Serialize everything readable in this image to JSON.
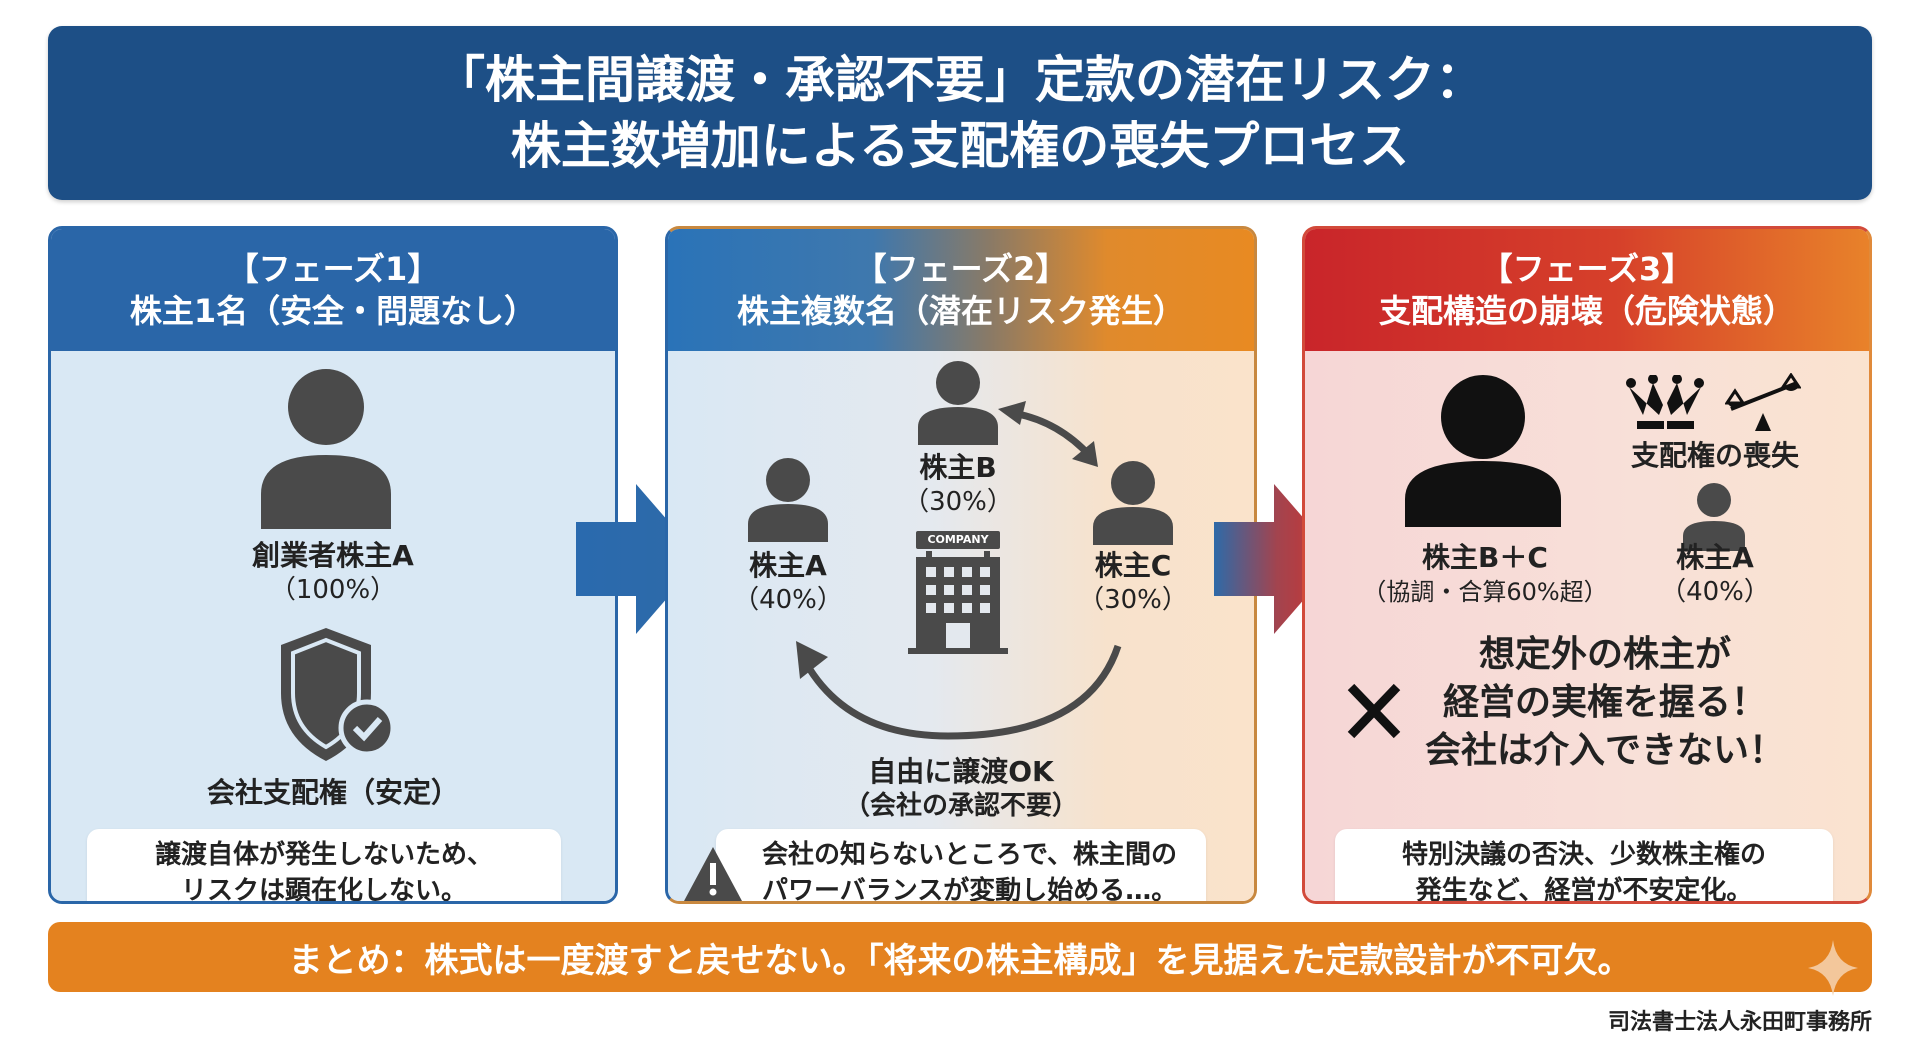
{
  "title": {
    "line1": "「株主間譲渡・承認不要」定款の潜在リスク：",
    "line2": "株主数増加による支配権の喪失プロセス"
  },
  "phases": [
    {
      "tag": "【フェーズ1】",
      "heading": "株主1名（安全・問題なし）",
      "shareholder": {
        "name": "創業者株主A",
        "share": "（100%）"
      },
      "icon": "shield-check-icon",
      "status_label": "会社支配権（安定）",
      "note": [
        "譲渡自体が発生しないため、",
        "リスクは顕在化しない。"
      ]
    },
    {
      "tag": "【フェーズ2】",
      "heading": "株主複数名（潜在リスク発生）",
      "shareholders": [
        {
          "name": "株主A",
          "share": "（40%）"
        },
        {
          "name": "株主B",
          "share": "（30%）"
        },
        {
          "name": "株主C",
          "share": "（30%）"
        }
      ],
      "company_sign": "COMPANY",
      "transfer_label": "自由に譲渡OK",
      "transfer_sub": "（会社の承認不要）",
      "note": [
        "会社の知らないところで、株主間の",
        "パワーバランスが変動し始める…。"
      ]
    },
    {
      "tag": "【フェーズ3】",
      "heading": "支配構造の崩壊（危険状態）",
      "majority": {
        "name": "株主B＋C",
        "share": "（協調・合算60%超）"
      },
      "loss_label": "支配権の喪失",
      "minority": {
        "name": "株主A",
        "share": "（40%）"
      },
      "warning": [
        "想定外の株主が",
        "経営の実権を握る！",
        "会社は介入できない！"
      ],
      "note": [
        "特別決議の否決、少数株主権の",
        "発生など、経営が不安定化。"
      ]
    }
  ],
  "summary": "まとめ：株式は一度渡すと戻せない。「将来の株主構成」を見据えた定款設計が不可欠。",
  "footer": "司法書士法人永田町事務所",
  "colors": {
    "title_bg": "#1d4f86",
    "phase1": "#2a66a8",
    "phase2_start": "#2a73b8",
    "phase2_end": "#e88a22",
    "phase3_start": "#c9252a",
    "phase3_end": "#e8822a",
    "summary_bg": "#e4821f",
    "icon_gray": "#4a4a4a"
  }
}
